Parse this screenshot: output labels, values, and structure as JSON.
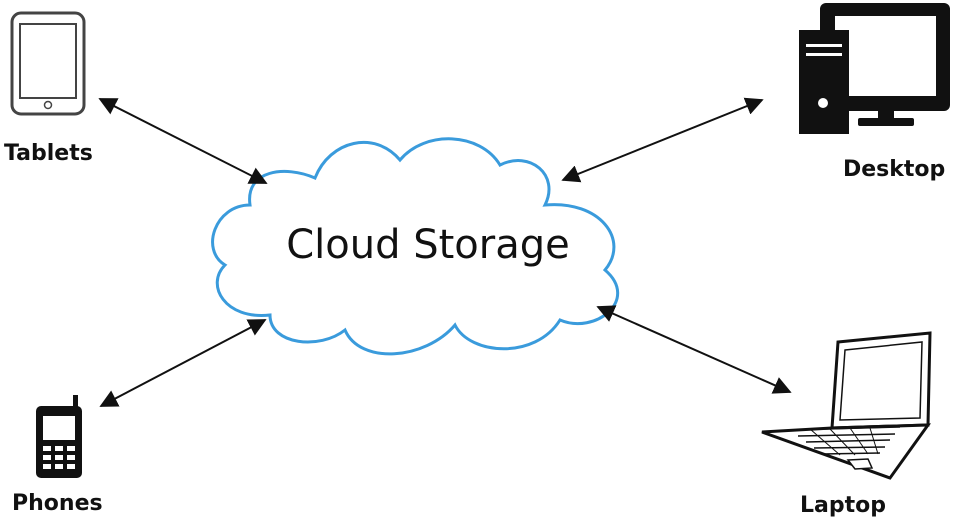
{
  "center": {
    "label": "Cloud Storage",
    "color": "#3a9bdc"
  },
  "devices": {
    "tablets": {
      "label": "Tablets",
      "icon": "tablet-icon"
    },
    "desktop": {
      "label": "Desktop",
      "icon": "desktop-icon"
    },
    "phones": {
      "label": "Phones",
      "icon": "phone-icon"
    },
    "laptop": {
      "label": "Laptop",
      "icon": "laptop-icon"
    }
  },
  "arrow_color": "#111111"
}
